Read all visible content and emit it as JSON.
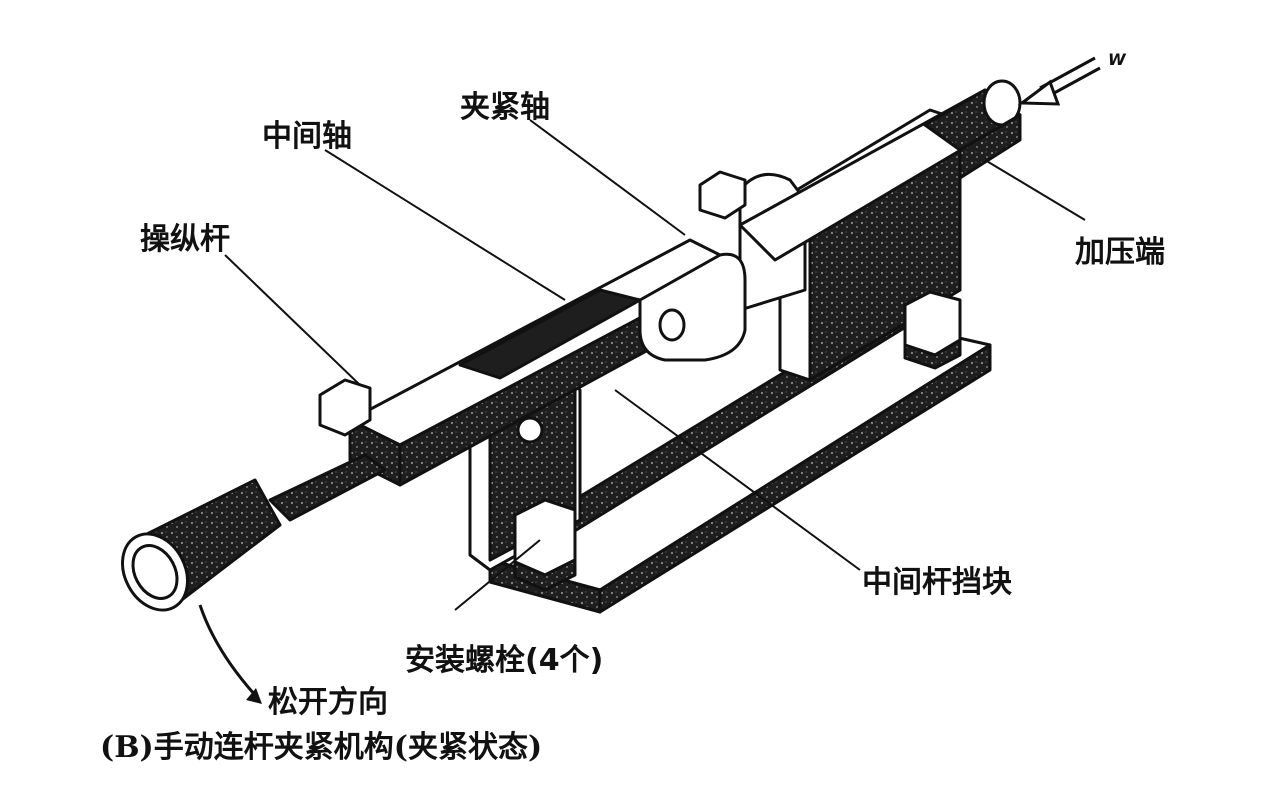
{
  "labels": {
    "middle_shaft": "中间轴",
    "clamp_shaft": "夹紧轴",
    "force_symbol": "W",
    "pressing_end": "加压端",
    "lever": "操纵杆",
    "middle_rod_stop": "中间杆挡块",
    "mount_bolts": "安装螺栓(4个)",
    "release_direction": "松开方向"
  },
  "caption": "(B)手动连杆夹紧机构(夹紧状态)",
  "colors": {
    "ink": "#111111",
    "dark_fill": "#2a2a2a",
    "paper": "#ffffff"
  }
}
